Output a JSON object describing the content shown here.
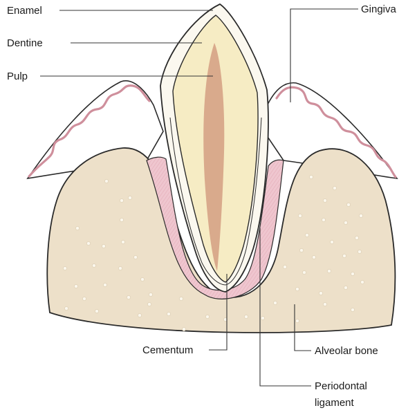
{
  "labels": {
    "enamel": "Enamel",
    "dentine": "Dentine",
    "pulp": "Pulp",
    "gingiva": "Gingiva",
    "cementum": "Cementum",
    "alveolar_bone": "Alveolar bone",
    "periodontal_ligament_line1": "Periodontal",
    "periodontal_ligament_line2": "ligament"
  },
  "colors": {
    "enamel": "#fbf8ef",
    "dentine": "#f6ecc4",
    "pulp": "#d9aa8c",
    "bone": "#ede0c9",
    "bone_pores": "#fbf7ec",
    "ligament": "#efc6cf",
    "gingiva_wave": "#cf8f9c",
    "outline": "#2a2a2a"
  }
}
